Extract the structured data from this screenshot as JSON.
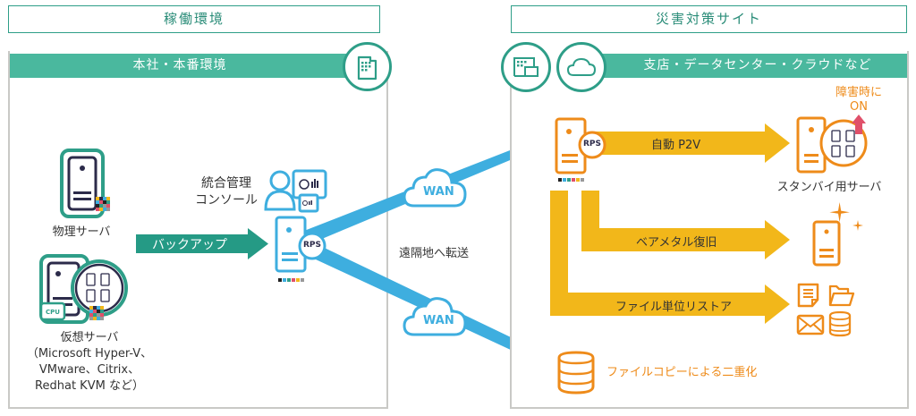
{
  "left": {
    "section_title": "稼働環境",
    "panel_header": "本社・本番環境",
    "header_icon": "office-building-icon",
    "physical_server": {
      "label": "物理サーバ",
      "icon": "server-icon"
    },
    "virtual_server": {
      "label_lines": [
        "仮想サーバ",
        "（Microsoft Hyper-V、",
        "VMware、Citrix、",
        "Redhat KVM など）"
      ],
      "cpu_tag": "CPU",
      "icon": "virtual-server-icon"
    },
    "backup_arrow": {
      "label": "バックアップ"
    },
    "console": {
      "label_lines": [
        "統合管理",
        "コンソール"
      ],
      "icon": "admin-console-icon"
    },
    "rps_server": {
      "badge": "RPS",
      "icon": "rps-server-icon"
    }
  },
  "middle": {
    "transfer_label": "遠隔地へ転送",
    "wan_top": "WAN",
    "wan_bottom": "WAN"
  },
  "right": {
    "section_title": "災害対策サイト",
    "panel_header": "支店・データセンター・クラウドなど",
    "header_icons": [
      "branch-office-icon",
      "cloud-icon"
    ],
    "rps_server": {
      "badge": "RPS"
    },
    "failover_note_lines": [
      "障害時に",
      "ON"
    ],
    "standby_server": {
      "label": "スタンバイ用サーバ"
    },
    "flows": [
      {
        "label": "自動 P2V",
        "target": "standby-server"
      },
      {
        "label": "ベアメタル復旧",
        "target": "new-server"
      },
      {
        "label": "ファイル単位リストア",
        "target": "file-icons"
      }
    ],
    "file_copy": {
      "label": "ファイルコピーによる二重化",
      "icon": "database-icon"
    }
  },
  "colors": {
    "teal": "#2e9e88",
    "teal_header": "#4ab89e",
    "blue": "#3eaedf",
    "yellow": "#f2b71a",
    "orange": "#ee8b1a",
    "red": "#e0506a",
    "navy": "#2c2b4a"
  }
}
